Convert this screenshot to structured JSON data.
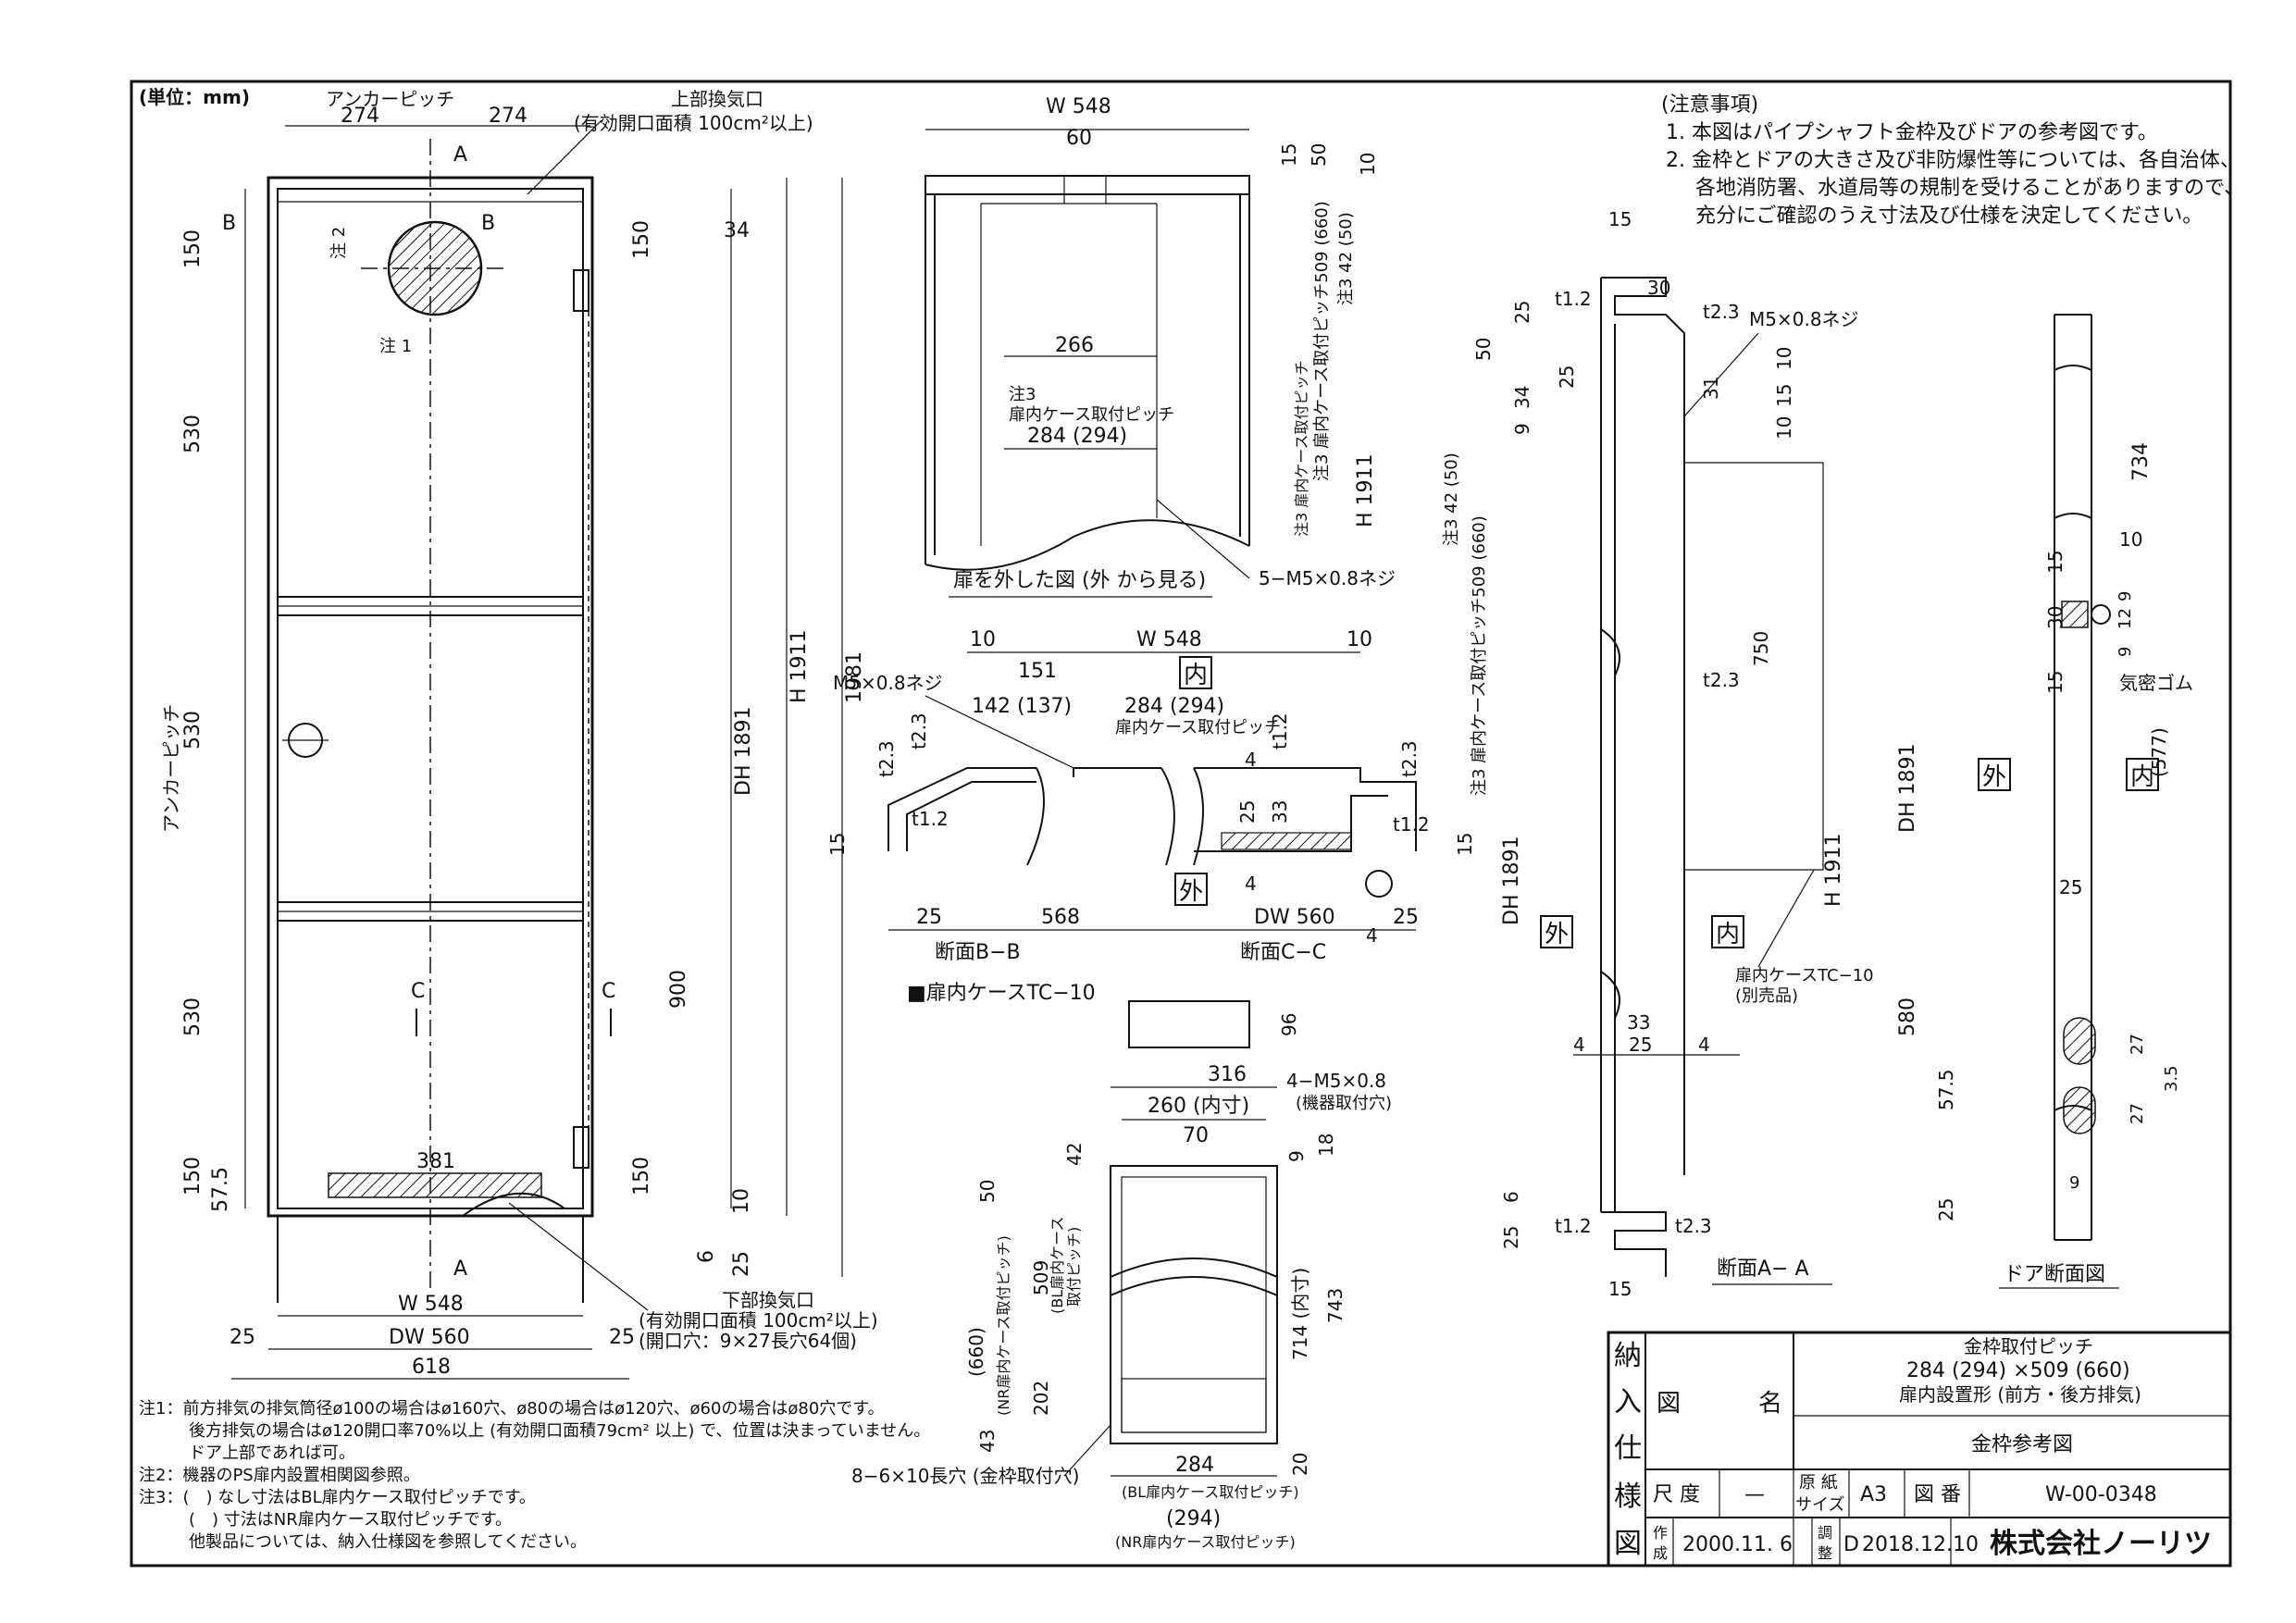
{
  "unit": "(単位：mm)",
  "front": {
    "anchor_pitch": "アンカーピッチ",
    "d274a": "274",
    "d274b": "274",
    "upper_vent": "上部換気口",
    "upper_vent_note": "(有効開口面積 100cm²以上)",
    "sec_a": "A",
    "sec_b": "B",
    "sec_c": "C",
    "note2": "注 2",
    "note1": "注 1",
    "d150_top": "150",
    "d150_mid": "150",
    "d34": "34",
    "d530a": "530",
    "d530b": "530",
    "d530c": "530",
    "d150_bot": "150",
    "d57_5": "57.5",
    "d381": "381",
    "d150_low": "150",
    "d900": "900",
    "dh1891": "DH 1891",
    "h1911": "H 1911",
    "d1981": "1981",
    "d10": "10",
    "d6": "6",
    "d25": "25",
    "anchor_pitch_v": "アンカーピッチ",
    "w548": "W 548",
    "dw560": "DW 560",
    "d25a": "25",
    "d25b": "25",
    "d618": "618",
    "lower_vent": "下部換気口",
    "lower_vent_note1": "(有効開口面積 100cm²以上)",
    "lower_vent_note2": "(開口穴：9×27長穴64個)"
  },
  "door_removed": {
    "w548": "W 548",
    "d60": "60",
    "d15": "15",
    "d50": "50",
    "d10": "10",
    "note3_pitch_v": "注3 扉内ケース取付ピッチ509 (660)",
    "note3_42": "注3 42 (50)",
    "d266": "266",
    "note3_h": "注3",
    "note3_h2": "扉内ケース取付ピッチ",
    "d284": "284 (294)",
    "h1911": "H 1911",
    "note3_side": "注3 扉内ケース取付ピッチ",
    "screws": "5−M5×0.8ネジ",
    "caption": "扉を外した図 (外 から見る)"
  },
  "section_bb": {
    "d10a": "10",
    "w548": "W 548",
    "d10b": "10",
    "d151": "151",
    "m5": "M5×0.8ネジ",
    "d142": "142 (137)",
    "d284": "284 (294)",
    "pitch": "扉内ケース取付ピッチ",
    "inner": "内",
    "outer": "外",
    "t23a": "t2.3",
    "t23b": "t2.3",
    "t23c": "t2.3",
    "t12a": "t1.2",
    "t12b": "t1.2",
    "t12c": "t1.2",
    "d15a": "15",
    "d15b": "15",
    "d4a": "4",
    "d4b": "4",
    "d4c": "4",
    "d25": "25",
    "d33": "33",
    "d25a": "25",
    "d568": "568",
    "dw560": "DW 560",
    "d25b": "25",
    "cap_bb": "断面B−B",
    "cap_cc": "断面C−C"
  },
  "case_tc10": {
    "title": "■扉内ケースTC−10",
    "d96": "96",
    "d316": "316",
    "d260": "260 (内寸)",
    "d70": "70",
    "m5": "4−M5×0.8",
    "m5note": "(機器取付穴)",
    "d42": "42",
    "d9": "9",
    "d18": "18",
    "d50": "50",
    "nr_pitch": "(660)",
    "nr_pitch2": "(NR扉内ケース取付ピッチ)",
    "d509": "509",
    "bl_pitch": "(BL扉内ケース",
    "bl_pitch2": "取付ピッチ)",
    "d202": "202",
    "d43": "43",
    "d714": "714 (内寸)",
    "d743": "743",
    "d20": "20",
    "slots": "8−6×10長穴 (金枠取付穴)",
    "d284": "284",
    "bl_h": "(BL扉内ケース取付ピッチ)",
    "d294": "(294)",
    "nr_h": "(NR扉内ケース取付ピッチ)"
  },
  "section_aa": {
    "d15": "15",
    "d30": "30",
    "t12a": "t1.2",
    "t23a": "t2.3",
    "m5": "M5×0.8ネジ",
    "d25": "25",
    "d50": "50",
    "d10a": "10",
    "d25b": "25",
    "d31": "31",
    "d34": "34",
    "d15b": "15",
    "d10b": "10",
    "d9": "9",
    "d10c": "10",
    "note3_42": "注3 42 (50)",
    "note3_pitch": "注3 扉内ケース取付ピッチ509 (660)",
    "d750": "750",
    "t23b": "t2.3",
    "h1911": "H 1911",
    "dh1891": "DH 1891",
    "outer": "外",
    "inner": "内",
    "case": "扉内ケースTC−10",
    "case_sub": "(別売品)",
    "d33": "33",
    "d4a": "4",
    "d25c": "25",
    "d4b": "4",
    "d6": "6",
    "d25d": "25",
    "t12b": "t1.2",
    "t23c": "t2.3",
    "d15c": "15",
    "caption": "断面A− A"
  },
  "door_section": {
    "d734": "734",
    "d15a": "15",
    "d10": "10",
    "d30": "30",
    "d9a": "9",
    "d12": "12",
    "d9b": "9",
    "d15b": "15",
    "gasket": "気密ゴム",
    "d577": "(577)",
    "dh1891": "DH 1891",
    "outer": "外",
    "inner": "内",
    "d25": "25",
    "d580": "580",
    "d57_5": "57.5",
    "d27a": "27",
    "d3_5": "3.5",
    "d27b": "27",
    "d9c": "9",
    "d25b": "25",
    "caption": "ドア断面図"
  },
  "notes_header": "(注意事項)",
  "notes": [
    "1. 本図はパイプシャフト金枠及びドアの参考図です。",
    "2. 金枠とドアの大きさ及び非防爆性等については、各自治体、",
    "各地消防署、水道局等の規制を受けることがありますので、",
    "充分にご確認のうえ寸法及び仕様を決定してください。"
  ],
  "footnotes": [
    "注1：前方排気の排気筒径ø100の場合はø160穴、ø80の場合はø120穴、ø60の場合はø80穴です。",
    "後方排気の場合はø120開口率70%以上 (有効開口面積79cm² 以上) で、位置は決まっていません。",
    "ドア上部であれば可。",
    "注2：機器のPS扉内設置相関図参照。",
    "注3：(　) なし寸法はBL扉内ケース取付ピッチです。",
    "(　) 寸法はNR扉内ケース取付ピッチです。",
    "他製品については、納入仕様図を参照してください。"
  ],
  "titleblock": {
    "side1": "納",
    "side2": "入",
    "side3": "仕",
    "side4": "様",
    "side5": "図",
    "zumei_a": "図",
    "zumei_b": "名",
    "title1": "金枠取付ピッチ",
    "title2": "284 (294) ×509 (660)",
    "title3": "扉内設置形 (前方・後方排気)",
    "title4": "金枠参考図",
    "scale_label": "尺 度",
    "scale_value": "—",
    "paper_label1": "原 紙",
    "paper_label2": "サイズ",
    "paper_value": "A3",
    "drawing_no_label": "図 番",
    "drawing_no": "W-00-0348",
    "made_label1": "作",
    "made_label2": "成",
    "made_date": "2000.11. 6",
    "adj_label1": "調",
    "adj_label2": "整",
    "rev": "D",
    "rev_date": "2018.12.10",
    "company": "株式会社ノーリツ"
  }
}
